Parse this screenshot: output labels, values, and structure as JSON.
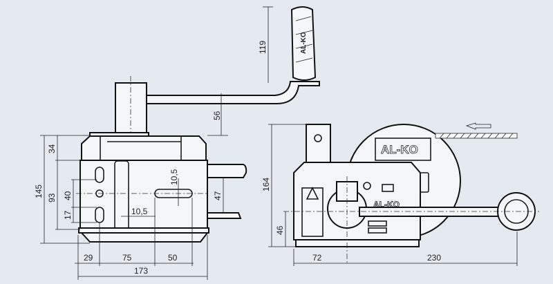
{
  "drawing": {
    "brand_logo": "AL-KO",
    "side_view_dimensions": {
      "handle_height": "119",
      "crank_offset": "56",
      "overall_height": "145",
      "top_section": "34",
      "body_height": "93",
      "hole_spacing": "40",
      "hole_offset": "17",
      "slot_width_vertical": "10,5",
      "slot_width_horizontal": "10,5",
      "bracket_height": "47",
      "bottom_29": "29",
      "bottom_75": "75",
      "bottom_50": "50",
      "overall_width": "173"
    },
    "front_view_dimensions": {
      "overall_height": "164",
      "axis_height": "46",
      "axis_offset": "72",
      "crank_length": "230"
    },
    "colors": {
      "background": "#e4eaf0",
      "line": "#1a1a1a"
    }
  }
}
